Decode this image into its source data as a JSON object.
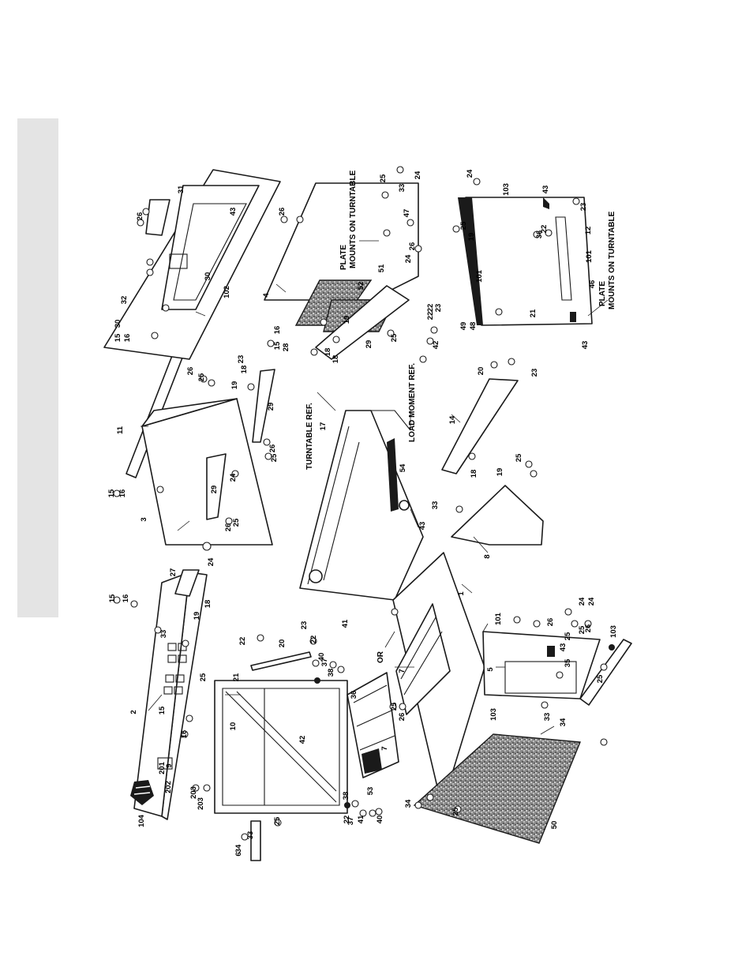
{
  "references": {
    "turntable_ref": "TURNTABLE REF.",
    "load_moment_ref": "LOAD MOMENT REF.",
    "or_label": "OR",
    "plate_note_a_line1": "PLATE",
    "plate_note_a_line2": "MOUNTS ON TURNTABLE",
    "plate_note_b_line1": "PLATE",
    "plate_note_b_line2": "MOUNTS ON TURNTABLE"
  },
  "callouts": [
    "1",
    "2",
    "3",
    "4",
    "5",
    "6",
    "7",
    "7",
    "8",
    "9",
    "10",
    "11",
    "12",
    "14",
    "15",
    "15",
    "15",
    "15",
    "15",
    "16",
    "16",
    "16",
    "16",
    "16",
    "17",
    "18",
    "18",
    "18",
    "18",
    "18",
    "19",
    "19",
    "19",
    "19",
    "19",
    "20",
    "20",
    "21",
    "21",
    "22",
    "22",
    "22",
    "22",
    "22",
    "22",
    "23",
    "23",
    "23",
    "23",
    "23",
    "24",
    "24",
    "24",
    "24",
    "24",
    "24",
    "24",
    "25",
    "25",
    "25",
    "25",
    "25",
    "25",
    "25",
    "25",
    "25",
    "25",
    "25",
    "25",
    "25",
    "25",
    "26",
    "26",
    "26",
    "26",
    "26",
    "26",
    "26",
    "26",
    "26",
    "27",
    "28",
    "29",
    "29",
    "29",
    "30",
    "30",
    "31",
    "32",
    "33",
    "33",
    "33",
    "33",
    "33",
    "34",
    "34",
    "34",
    "35",
    "36",
    "36",
    "37",
    "37",
    "38",
    "38",
    "40",
    "40",
    "41",
    "41",
    "42",
    "42",
    "43",
    "43",
    "43",
    "43",
    "43",
    "46",
    "47",
    "48",
    "49",
    "50",
    "51",
    "52",
    "53",
    "54",
    "101",
    "101",
    "101",
    "102",
    "103",
    "103",
    "103",
    "104",
    "201",
    "202",
    "203",
    "203",
    "204"
  ]
}
